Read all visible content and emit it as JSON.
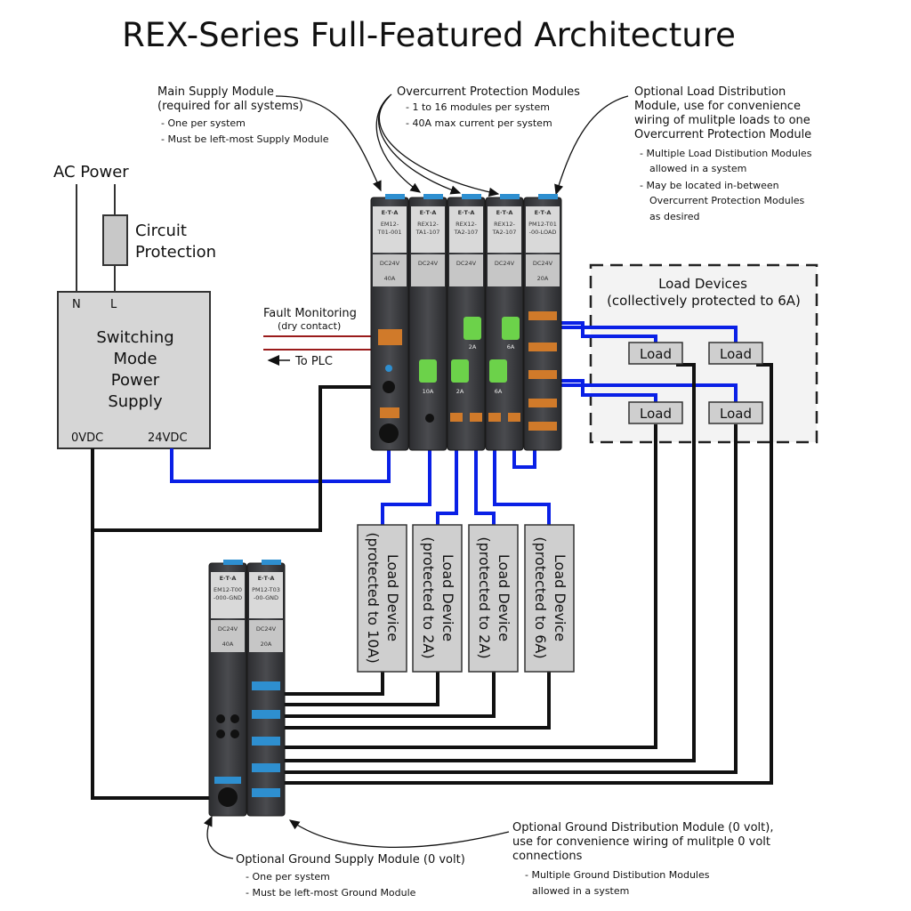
{
  "title": "REX-Series Full-Featured Architecture",
  "ac_power": {
    "label": "AC Power",
    "n": "N",
    "l": "L"
  },
  "circuit_protection": [
    "Circuit",
    "Protection"
  ],
  "psu": {
    "lines": [
      "Switching",
      "Mode",
      "Power",
      "Supply"
    ],
    "out_0v": "0VDC",
    "out_24v": "24VDC"
  },
  "annotations": {
    "main_supply": {
      "lines": [
        "Main Supply Module",
        "(required for all systems)"
      ],
      "bullets": [
        "- One per system",
        "- Must be left-most Supply Module"
      ]
    },
    "overcurrent": {
      "lines": [
        "Overcurrent Protection Modules"
      ],
      "bullets": [
        "- 1 to 16 modules per system",
        "- 40A max current per system"
      ]
    },
    "load_dist": {
      "lines": [
        "Optional Load Distribution",
        "Module, use for convenience",
        "wiring of mulitple loads to one",
        "Overcurrent Protection Module"
      ],
      "bullets": [
        "- Multiple Load Distibution Modules",
        "allowed in a system",
        "- May be located in-between",
        "Overcurrent Protection Modules",
        "as desired"
      ]
    },
    "fault": {
      "lines": [
        "Fault Monitoring",
        "(dry contact)"
      ],
      "to_plc": "To PLC"
    },
    "ground_supply": {
      "lines": [
        "Optional Ground Supply Module (0 volt)"
      ],
      "bullets": [
        "- One per system",
        "- Must be left-most Ground Module"
      ]
    },
    "ground_dist": {
      "lines": [
        "Optional Ground Distribution Module (0 volt),",
        "use for convenience wiring of mulitple 0 volt",
        "connections"
      ],
      "bullets": [
        "- Multiple Ground Distibution Modules",
        "allowed in a system"
      ]
    }
  },
  "load_devices_box": {
    "lines": [
      "Load Devices",
      "(collectively protected to 6A)"
    ],
    "loads": [
      "Load",
      "Load",
      "Load",
      "Load"
    ]
  },
  "vertical_loads": [
    {
      "line1": "Load Device",
      "line2": "(protected to 10A)"
    },
    {
      "line1": "Load Device",
      "line2": "(protected to 2A)"
    },
    {
      "line1": "Load Device",
      "line2": "(protected to 2A)"
    },
    {
      "line1": "Load Device",
      "line2": "(protected to 6A)"
    }
  ],
  "modules": [
    {
      "brand": "E·T·A",
      "model1": "EM12-",
      "model2": "T01-001",
      "voltage": "DC24V",
      "current": "40A",
      "lower": ""
    },
    {
      "brand": "E·T·A",
      "model1": "REX12-",
      "model2": "TA1-107",
      "voltage": "DC24V",
      "current": "",
      "lower": "10A"
    },
    {
      "brand": "E·T·A",
      "model1": "REX12-",
      "model2": "TA2-107",
      "voltage": "DC24V",
      "current": "",
      "lower": "2A"
    },
    {
      "brand": "E·T·A",
      "model1": "REX12-",
      "model2": "TA2-107",
      "voltage": "DC24V",
      "current": "",
      "lower": "6A"
    },
    {
      "brand": "E·T·A",
      "model1": "PM12-T01",
      "model2": "-00-LOAD",
      "voltage": "DC24V",
      "current": "20A",
      "lower": ""
    }
  ],
  "module_led_labels": {
    "m3": "2A",
    "m4": "6A"
  },
  "ground_modules": [
    {
      "brand": "E·T·A",
      "model1": "EM12-T00",
      "model2": "-000-GND",
      "voltage": "DC24V",
      "current": "40A"
    },
    {
      "brand": "E·T·A",
      "model1": "PM12-T03",
      "model2": "-00-GND",
      "voltage": "DC24V",
      "current": "20A"
    }
  ],
  "colors": {
    "wire_positive": "#0a20e6",
    "wire_ground": "#111111",
    "module_body": "#3a3b3e",
    "led_green": "#6cd24a"
  }
}
